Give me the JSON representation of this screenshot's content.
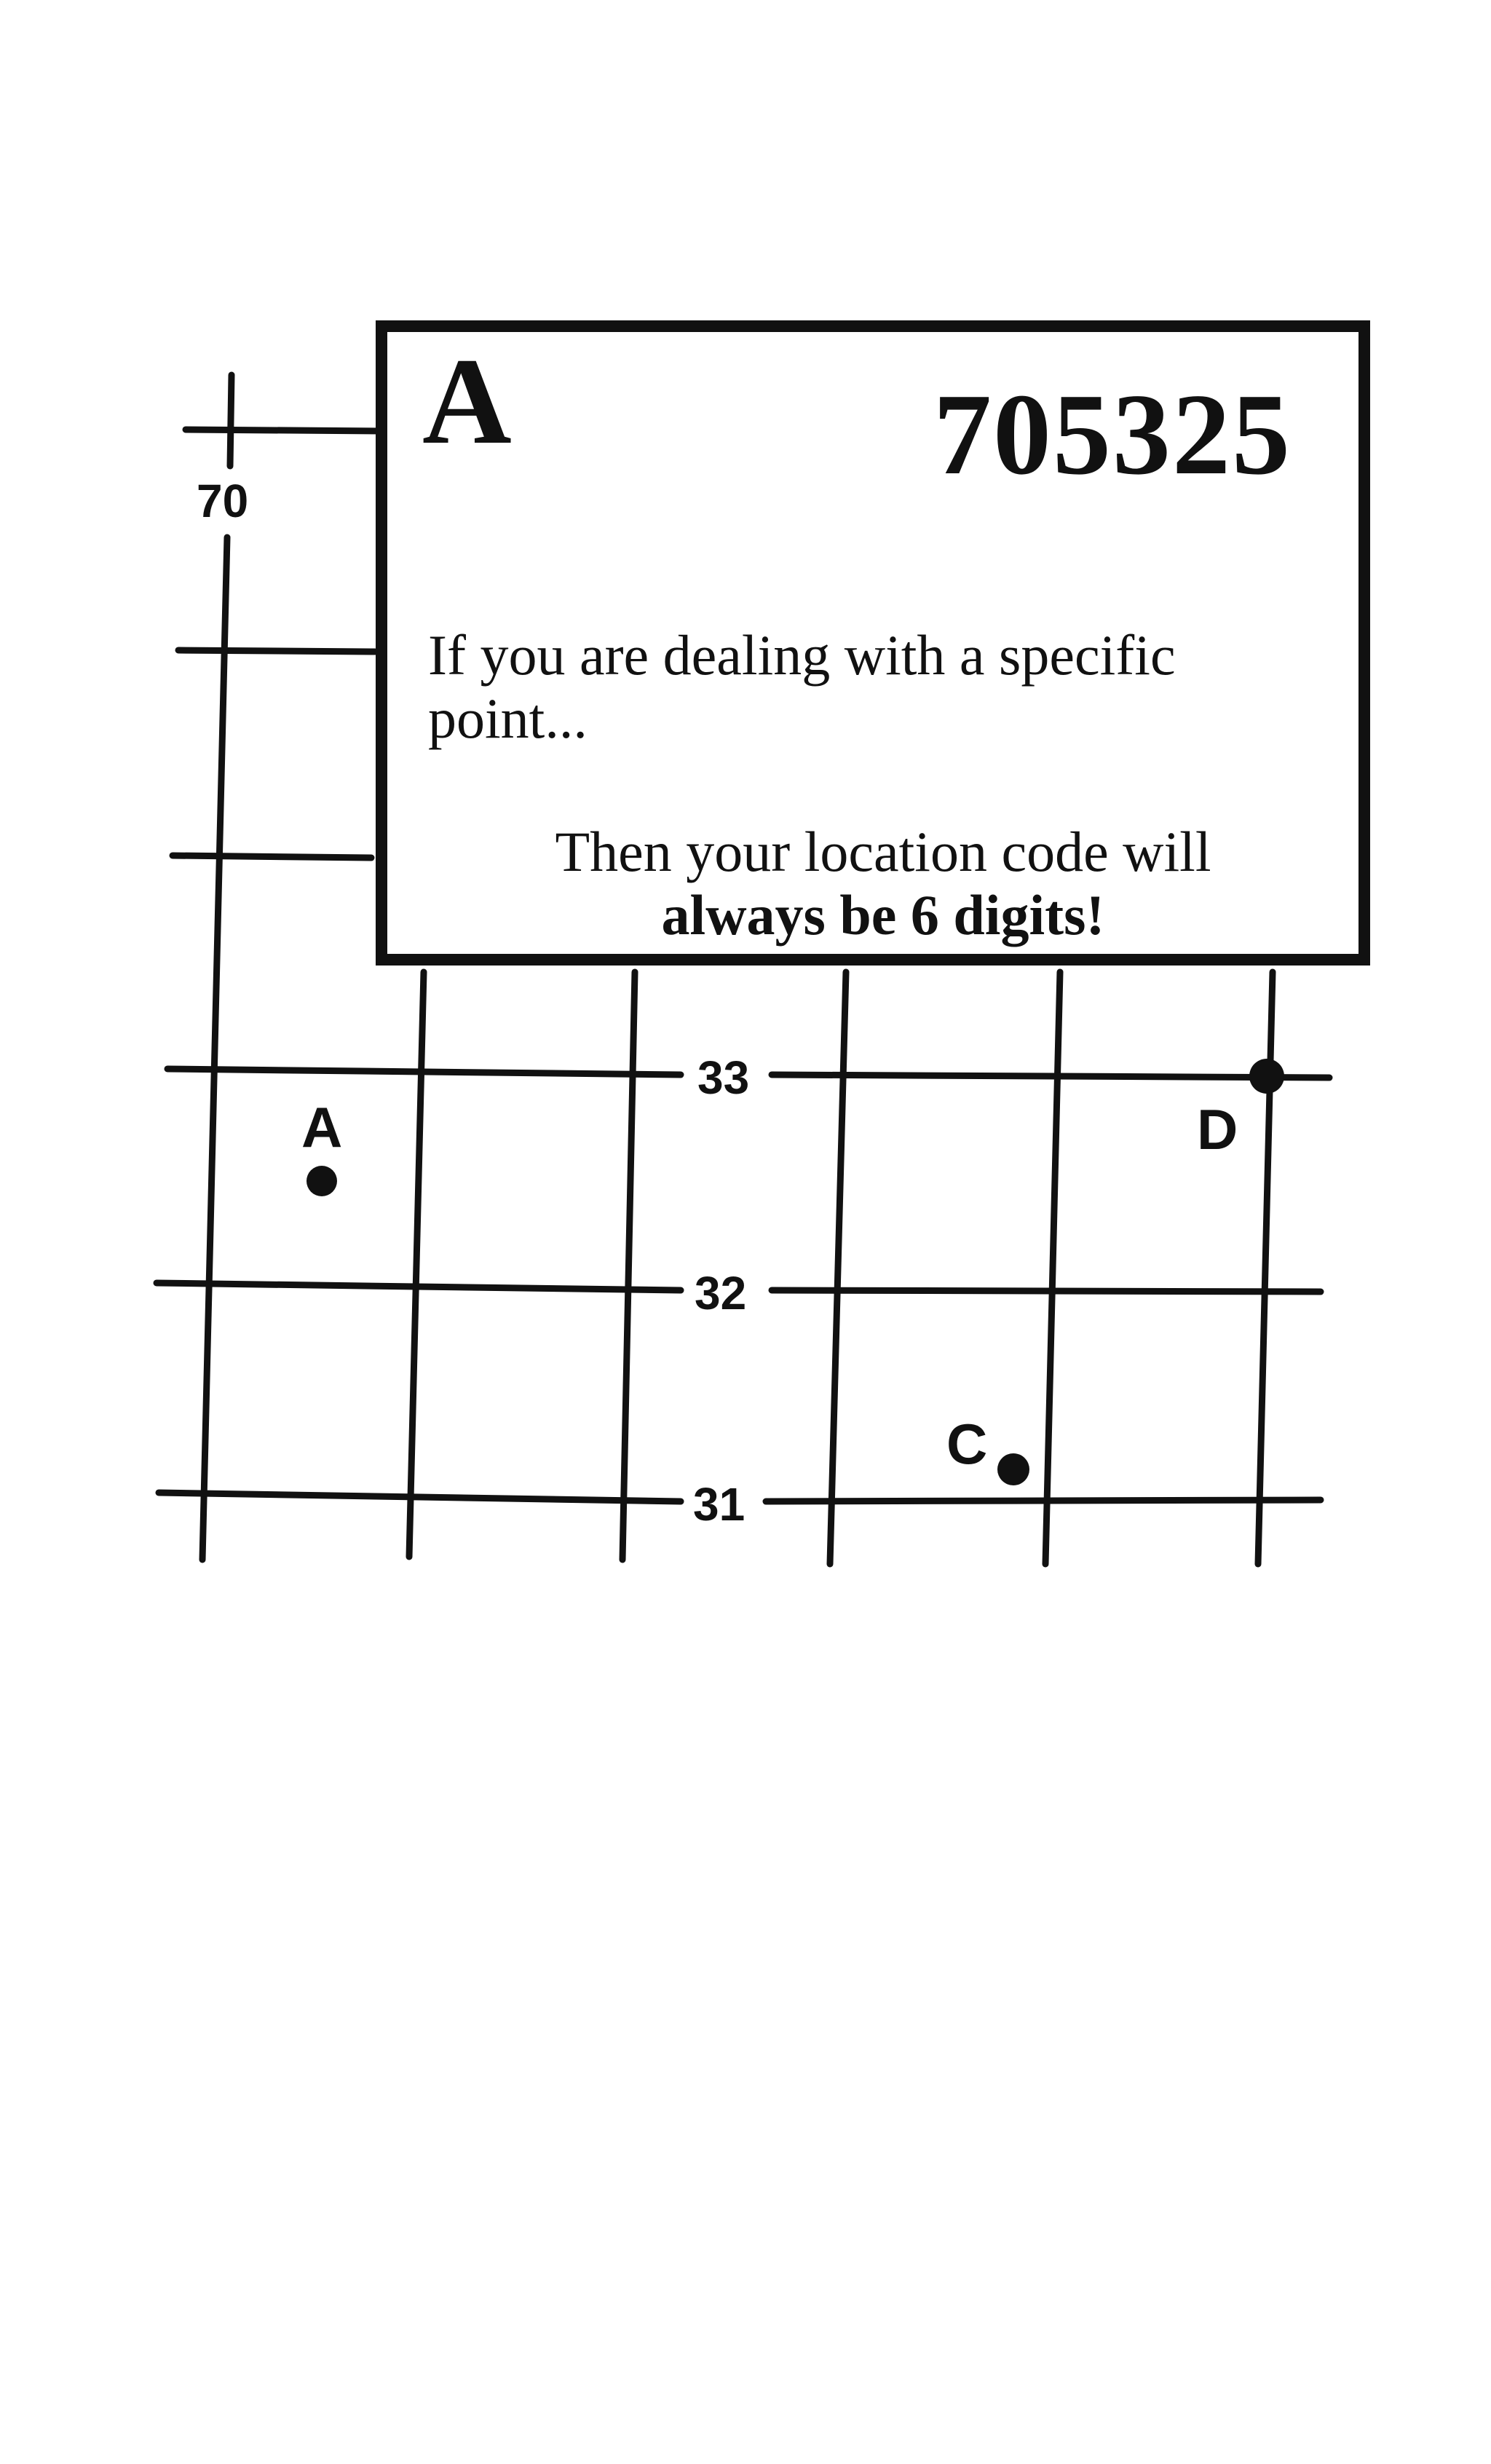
{
  "grid": {
    "row_labels": [
      "70",
      "33",
      "32",
      "31"
    ],
    "points": [
      {
        "label": "A"
      },
      {
        "label": "D"
      },
      {
        "label": "C"
      }
    ]
  },
  "callout": {
    "letter": "A",
    "code": "705325",
    "line1": "If you are dealing with a  specific point...",
    "line2_plain": "Then your location code will",
    "line2_bold": "always be 6 digits!"
  }
}
